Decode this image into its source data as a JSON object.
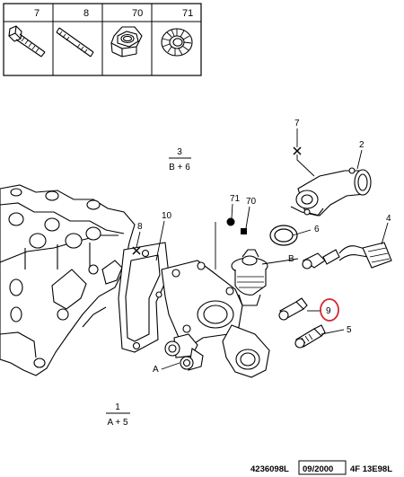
{
  "legend_items": [
    {
      "number": "7",
      "icon": "hex-bolt-icon"
    },
    {
      "number": "8",
      "icon": "stud-icon"
    },
    {
      "number": "70",
      "icon": "hex-nut-icon"
    },
    {
      "number": "71",
      "icon": "serrated-washer-icon"
    }
  ],
  "callouts": {
    "p7": "7",
    "p2": "2",
    "p4": "4",
    "p6": "6",
    "p71": "71",
    "p70": "70",
    "p8": "8",
    "p10": "10",
    "p9": "9",
    "p5": "5",
    "pB": "B",
    "pA": "A"
  },
  "references": [
    {
      "number": "3",
      "label": "B + 6"
    },
    {
      "number": "1",
      "label": "A + 5"
    }
  ],
  "footer": {
    "ref": "4236098L",
    "date": "09/2000",
    "code": "4F 13E98L"
  },
  "colors": {
    "highlight": "#d0282a",
    "line": "#000000"
  }
}
